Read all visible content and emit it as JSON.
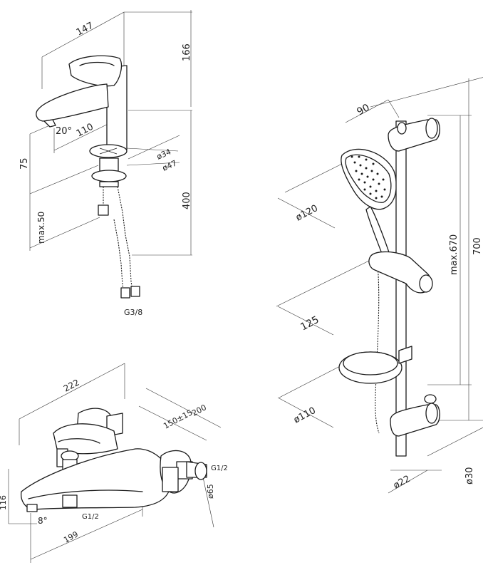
{
  "drawings": {
    "basin_mixer": {
      "dimensions": {
        "width": "147",
        "height": "166",
        "reach": "110",
        "spout_angle": "20°",
        "spout_height": "75",
        "base_diameter": "ø34",
        "flange_diameter": "ø47",
        "max_deck": "max.50",
        "hose_length": "400",
        "hose_thread": "G3/8"
      }
    },
    "bath_mixer": {
      "dimensions": {
        "total_width": "222",
        "depth": "200",
        "centers": "150±15",
        "height": "116",
        "length": "199",
        "angle": "8°",
        "outlet_thread": "G1/2",
        "inlet_thread": "G1/2",
        "escutcheon": "ø65"
      }
    },
    "shower_set": {
      "dimensions": {
        "rail_depth": "90",
        "head_diameter": "ø120",
        "holder_offset": "125",
        "dish_diameter": "ø110",
        "rail_diameter": "ø22",
        "bracket_diameter": "ø30",
        "max_height": "max.670",
        "rail_length": "700"
      }
    }
  }
}
